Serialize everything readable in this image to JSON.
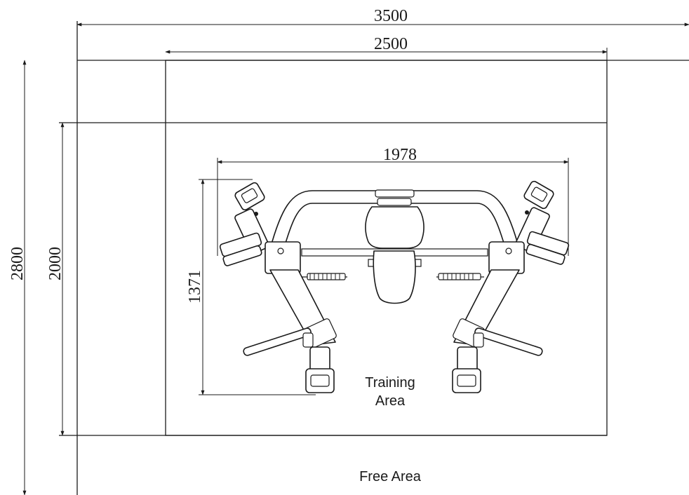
{
  "dimensions": {
    "total_width": "3500",
    "free_area_width": "2500",
    "machine_width": "1978",
    "total_depth": "2800",
    "training_depth": "2000",
    "machine_depth": "1371"
  },
  "areas": {
    "training_line1": "Training",
    "training_line2": "Area",
    "free": "Free Area"
  }
}
